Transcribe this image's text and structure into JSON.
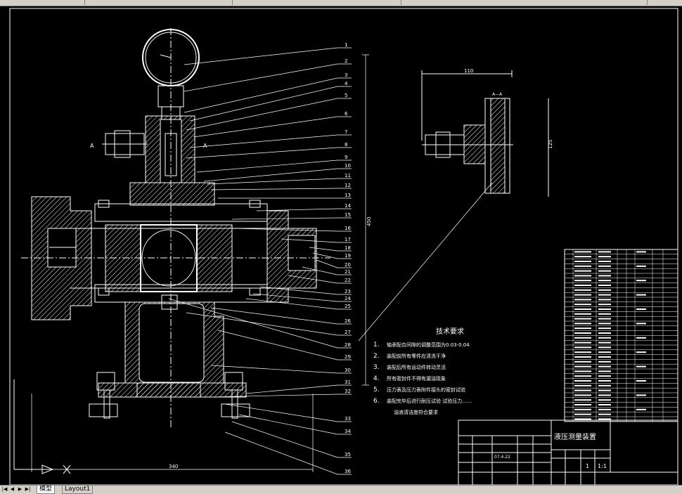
{
  "tabs": [
    "模型",
    "Layout1"
  ],
  "drawing": {
    "part_labels": [
      "1",
      "2",
      "3",
      "4",
      "5",
      "6",
      "7",
      "8",
      "9",
      "10",
      "11",
      "12",
      "13",
      "14",
      "15",
      "16",
      "17",
      "18",
      "19",
      "20",
      "21",
      "22",
      "23",
      "24",
      "25",
      "26",
      "27",
      "28",
      "29",
      "30",
      "31",
      "32",
      "33",
      "34",
      "35",
      "36"
    ],
    "dimensions": {
      "overall_width": "340",
      "overall_height": "450",
      "detail_width": "110",
      "detail_height": "125"
    },
    "section_labels": {
      "a_left": "A",
      "a_right": "A",
      "detail": "A—A"
    },
    "tech_title": "技术要求",
    "tech_items": [
      {
        "num": "1.",
        "text": "轴承配合间隙的调整范围为0.03-0.04"
      },
      {
        "num": "2.",
        "text": "装配前所有零件应清洗干净"
      },
      {
        "num": "3.",
        "text": "装配后所有运动件转动灵活"
      },
      {
        "num": "4.",
        "text": "所有密封件不得有漏油现象"
      },
      {
        "num": "5.",
        "text": "压力表及压力表附件接头的密封试验"
      },
      {
        "num": "6.",
        "text": "装配完毕后进行耐压试验 试验压力……"
      },
      {
        "num": "",
        "text": "油液清洁度符合要求"
      }
    ],
    "title_block": {
      "name": "液压测量装置",
      "scale": "1:1",
      "sheet": "1",
      "date": "07.4.22"
    }
  }
}
